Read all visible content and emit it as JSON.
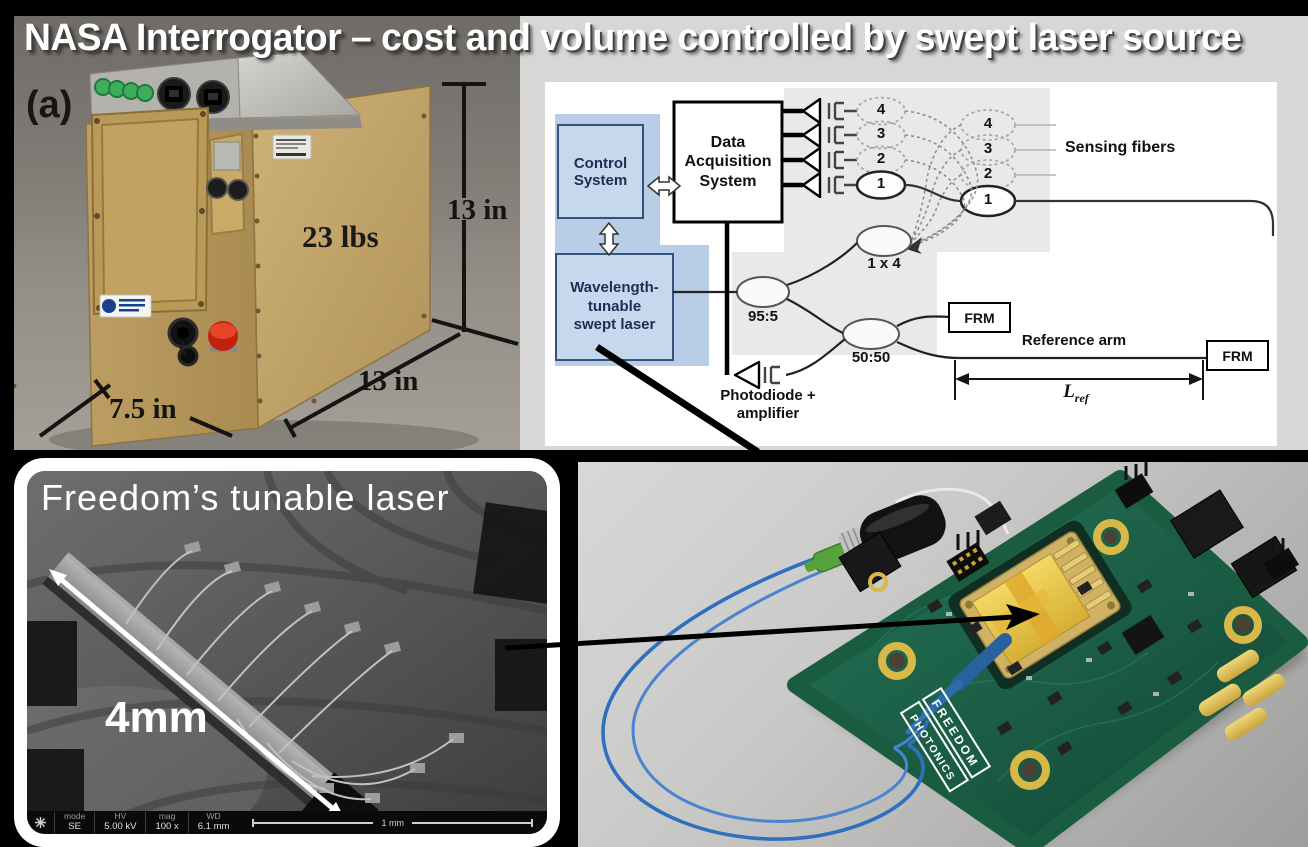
{
  "title": "NASA Interrogator – cost and volume controlled by swept laser source",
  "photo": {
    "panel_label": "(a)",
    "weight": "23 lbs",
    "height_dim": "13 in",
    "depth_dim": "13 in",
    "width_dim": "7.5 in"
  },
  "diagram": {
    "control_system": "Control\nSystem",
    "data_acquisition": "Data\nAcquisition\nSystem",
    "swept_laser": "Wavelength-\ntunable\nswept laser",
    "detector_channels": [
      "4",
      "3",
      "2",
      "1"
    ],
    "fiber_channels": [
      "4",
      "3",
      "2",
      "1"
    ],
    "coupler_95": "95:5",
    "coupler_1x4": "1 x 4",
    "coupler_50": "50:50",
    "frm_top": "FRM",
    "frm_right": "FRM",
    "sensing_fibers_label": "Sensing fibers",
    "reference_arm_label": "Reference arm",
    "lref_symbol": "L",
    "lref_subscript": "ref",
    "photodiode_label": "Photodiode +\namplifier"
  },
  "sem": {
    "caption": "Freedom’s tunable laser",
    "chip_length": "4mm",
    "bar": {
      "mode_label": "mode",
      "mode_value": "SE",
      "hv_label": "HV",
      "hv_value": "5.00 kV",
      "mag_label": "mag",
      "mag_value": "100 x",
      "wd_label": "WD",
      "wd_value": "6.1 mm",
      "scale_label": "1 mm"
    }
  },
  "pcb": {
    "logo_top": "FREEDOM",
    "logo_bottom": "PHOTONICS"
  },
  "colors": {
    "diagram_blue": "#b9cde6",
    "pcb_green": "#1b5e46",
    "package_gold": "#e8c84e",
    "fiber_blue": "#2f6fc0"
  }
}
